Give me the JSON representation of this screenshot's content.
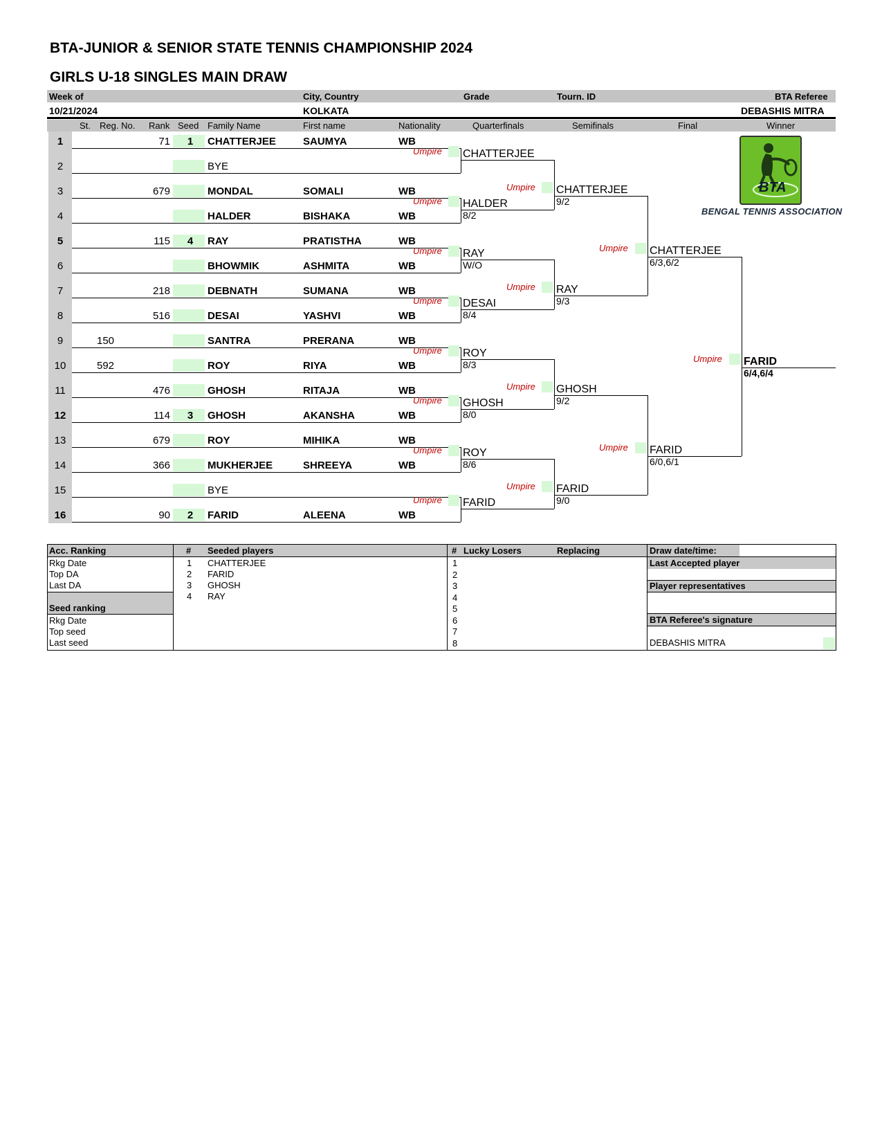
{
  "title_main": "BTA-JUNIOR & SENIOR STATE TENNIS CHAMPIONSHIP 2024",
  "title_sub": "GIRLS U-18 SINGLES MAIN DRAW",
  "header": {
    "week_of_label": "Week of",
    "city_label": "City, Country",
    "grade_label": "Grade",
    "tourn_id_label": "Tourn. ID",
    "referee_label": "BTA Referee",
    "week_of": "10/21/2024",
    "city": "KOLKATA",
    "referee": "DEBASHIS MITRA"
  },
  "columns": {
    "st": "St.",
    "reg_no": "Reg. No.",
    "rank": "Rank",
    "seed": "Seed",
    "family": "Family Name",
    "first": "First name",
    "nationality": "Nationality",
    "qf": "Quarterfinals",
    "sf": "Semifinals",
    "final": "Final",
    "winner": "Winner"
  },
  "players": [
    {
      "num": "1",
      "reg": "",
      "rank": "71",
      "seed": "1",
      "family": "CHATTERJEE",
      "first": "SAUMYA",
      "nat": "WB"
    },
    {
      "num": "2",
      "reg": "",
      "rank": "",
      "seed": "",
      "family": "BYE",
      "first": "",
      "nat": ""
    },
    {
      "num": "3",
      "reg": "",
      "rank": "679",
      "seed": "",
      "family": "MONDAL",
      "first": "SOMALI",
      "nat": "WB"
    },
    {
      "num": "4",
      "reg": "",
      "rank": "",
      "seed": "",
      "family": "HALDER",
      "first": "BISHAKA",
      "nat": "WB"
    },
    {
      "num": "5",
      "reg": "",
      "rank": "115",
      "seed": "4",
      "family": "RAY",
      "first": "PRATISTHA",
      "nat": "WB"
    },
    {
      "num": "6",
      "reg": "",
      "rank": "",
      "seed": "",
      "family": "BHOWMIK",
      "first": "ASHMITA",
      "nat": "WB"
    },
    {
      "num": "7",
      "reg": "",
      "rank": "218",
      "seed": "",
      "family": "DEBNATH",
      "first": "SUMANA",
      "nat": "WB"
    },
    {
      "num": "8",
      "reg": "",
      "rank": "516",
      "seed": "",
      "family": "DESAI",
      "first": "YASHVI",
      "nat": "WB"
    },
    {
      "num": "9",
      "reg": "150",
      "rank": "",
      "seed": "",
      "family": "SANTRA",
      "first": "PRERANA",
      "nat": "WB"
    },
    {
      "num": "10",
      "reg": "592",
      "rank": "",
      "seed": "",
      "family": "ROY",
      "first": "RIYA",
      "nat": "WB"
    },
    {
      "num": "11",
      "reg": "",
      "rank": "476",
      "seed": "",
      "family": "GHOSH",
      "first": "RITAJA",
      "nat": "WB"
    },
    {
      "num": "12",
      "reg": "",
      "rank": "114",
      "seed": "3",
      "family": "GHOSH",
      "first": "AKANSHA",
      "nat": "WB"
    },
    {
      "num": "13",
      "reg": "",
      "rank": "679",
      "seed": "",
      "family": "ROY",
      "first": "MIHIKA",
      "nat": "WB"
    },
    {
      "num": "14",
      "reg": "",
      "rank": "366",
      "seed": "",
      "family": "MUKHERJEE",
      "first": "SHREEYA",
      "nat": "WB"
    },
    {
      "num": "15",
      "reg": "",
      "rank": "",
      "seed": "",
      "family": "BYE",
      "first": "",
      "nat": ""
    },
    {
      "num": "16",
      "reg": "",
      "rank": "90",
      "seed": "2",
      "family": "FARID",
      "first": "ALEENA",
      "nat": "WB"
    }
  ],
  "umpire_label": "Umpire",
  "quarterfinals": [
    {
      "name": "CHATTERJEE",
      "score": ""
    },
    {
      "name": "HALDER",
      "score": "8/2"
    },
    {
      "name": "RAY",
      "score": "W/O"
    },
    {
      "name": "DESAI",
      "score": "8/4"
    },
    {
      "name": "ROY",
      "score": "8/3"
    },
    {
      "name": "GHOSH",
      "score": "8/0"
    },
    {
      "name": "ROY",
      "score": "8/6"
    },
    {
      "name": "FARID",
      "score": ""
    }
  ],
  "semifinals": [
    {
      "name": "CHATTERJEE",
      "score": "9/2"
    },
    {
      "name": "RAY",
      "score": "9/3"
    },
    {
      "name": "GHOSH",
      "score": "9/2"
    },
    {
      "name": "FARID",
      "score": "9/0"
    }
  ],
  "final": [
    {
      "name": "CHATTERJEE",
      "score": "6/3,6/2"
    },
    {
      "name": "FARID",
      "score": "6/0,6/1"
    }
  ],
  "winner": {
    "name": "FARID",
    "score": "6/4,6/4"
  },
  "logo": {
    "letters": "BTA",
    "caption": "BENGAL TENNIS ASSOCIATION",
    "color": "#6dbf2a"
  },
  "footer": {
    "acc_ranking": "Acc. Ranking",
    "rkg_date": "Rkg Date",
    "top_da": "Top DA",
    "last_da": "Last DA",
    "seed_ranking": "Seed ranking",
    "rkg_date2": "Rkg Date",
    "top_seed": "Top seed",
    "last_seed": "Last seed",
    "hash": "#",
    "seeded_players": "Seeded players",
    "seeded": [
      {
        "n": "1",
        "name": "CHATTERJEE"
      },
      {
        "n": "2",
        "name": "FARID"
      },
      {
        "n": "3",
        "name": "GHOSH"
      },
      {
        "n": "4",
        "name": "RAY"
      }
    ],
    "lucky_losers": "Lucky Losers",
    "replacing": "Replacing",
    "ll_numbers": [
      "1",
      "2",
      "3",
      "4",
      "5",
      "6",
      "7",
      "8"
    ],
    "draw_date": "Draw date/time:",
    "last_accepted": "Last Accepted player",
    "player_reps": "Player representatives",
    "referee_signature": "BTA Referee's signature",
    "referee_name": "DEBASHIS MITRA"
  },
  "colors": {
    "header_grey": "#c4c4c4",
    "seed_green": "#d6f8d6",
    "umpire_red": "#c00000"
  }
}
